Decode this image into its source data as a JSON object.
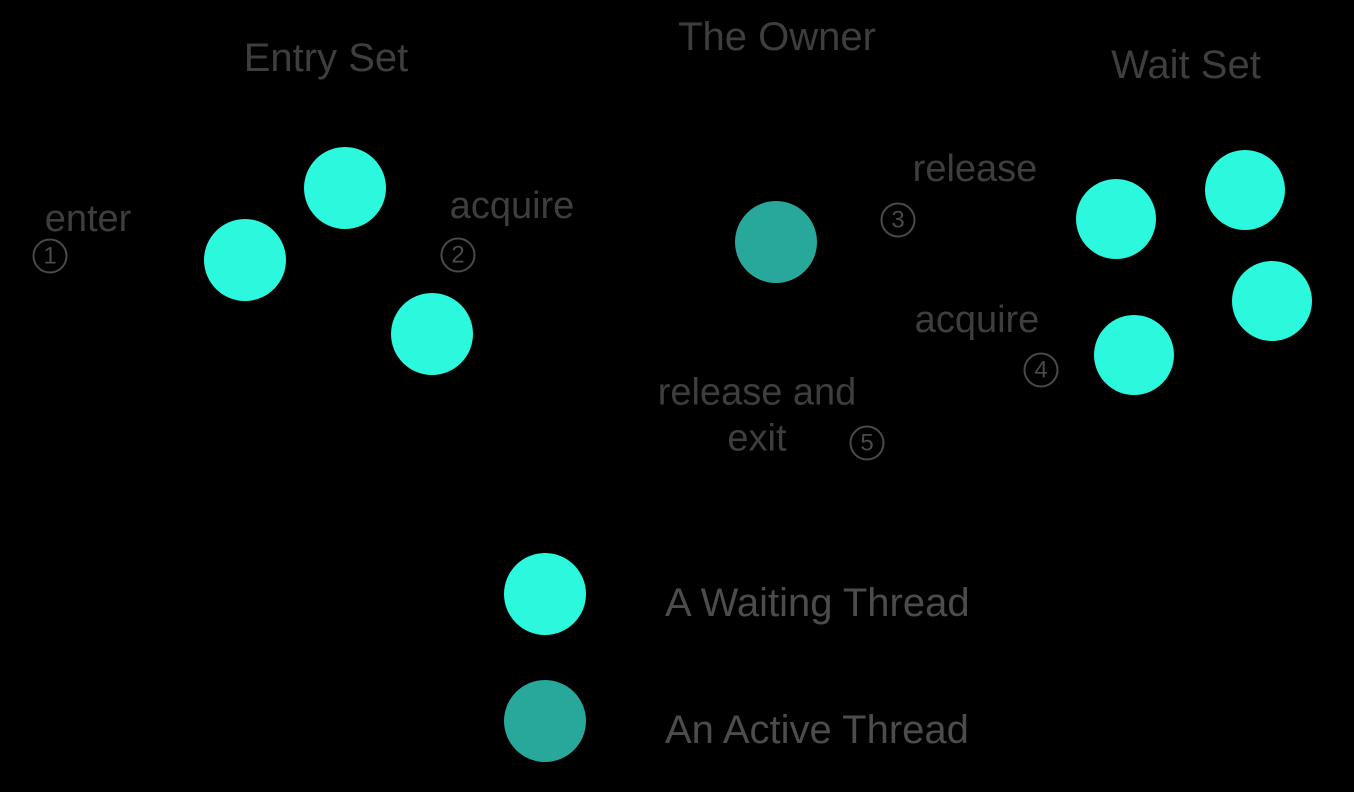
{
  "colors": {
    "background": "#000000",
    "waiting-thread": "#2BF8DC",
    "active-thread": "#27A89B",
    "text": "#3E3E3E",
    "badge": "#4A4A4A",
    "legend-text": "#4C4C4C"
  },
  "titles": {
    "entry_set": "Entry Set",
    "owner": "The Owner",
    "wait_set": "Wait Set"
  },
  "steps": [
    {
      "number": "1",
      "label": "enter"
    },
    {
      "number": "2",
      "label": "acquire"
    },
    {
      "number": "3",
      "label": "release"
    },
    {
      "number": "4",
      "label": "acquire"
    },
    {
      "number": "5",
      "label": "release and exit"
    }
  ],
  "groups": {
    "entry_set_thread_count": 3,
    "owner_thread_count": 1,
    "wait_set_thread_count": 4
  },
  "legend": [
    {
      "swatch": "waiting-thread",
      "label": "A Waiting Thread"
    },
    {
      "swatch": "active-thread",
      "label": "An Active Thread"
    }
  ]
}
